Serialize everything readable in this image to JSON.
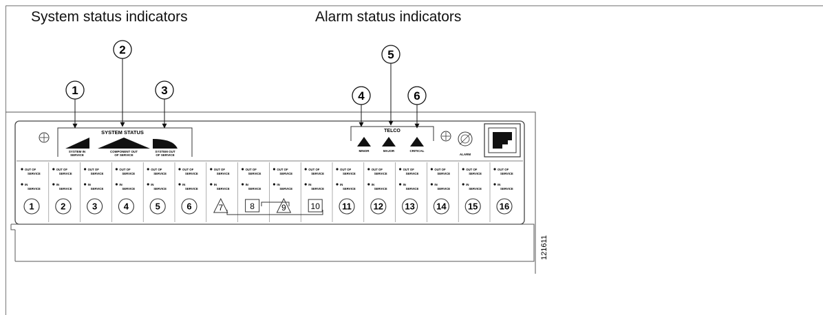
{
  "headings": {
    "system_status_indicators": "System status indicators",
    "alarm_status_indicators": "Alarm status indicators"
  },
  "callouts": [
    "1",
    "2",
    "3",
    "4",
    "5",
    "6"
  ],
  "system_status": {
    "title": "SYSTEM STATUS",
    "in_service_l1": "SYSTEM IN",
    "in_service_l2": "SERVICE",
    "component_l1": "COMPONENT OUT",
    "component_l2": "OF SERVICE",
    "sys_out_l1": "SYSTEM OUT",
    "sys_out_l2": "OF SERVICE"
  },
  "telco": {
    "title": "TELCO",
    "minor": "MINOR",
    "major": "MAJOR",
    "critical": "CRITICAL"
  },
  "alarm_label": "ALARM",
  "slot_labels": {
    "out_l1": "OUT OF",
    "out_l2": "SERVICE",
    "in_l1": "IN",
    "in_l2": "SERVICE"
  },
  "slots": [
    "1",
    "2",
    "3",
    "4",
    "5",
    "6",
    "7",
    "8",
    "9",
    "10",
    "11",
    "12",
    "13",
    "14",
    "15",
    "16"
  ],
  "figure_id": "121611"
}
